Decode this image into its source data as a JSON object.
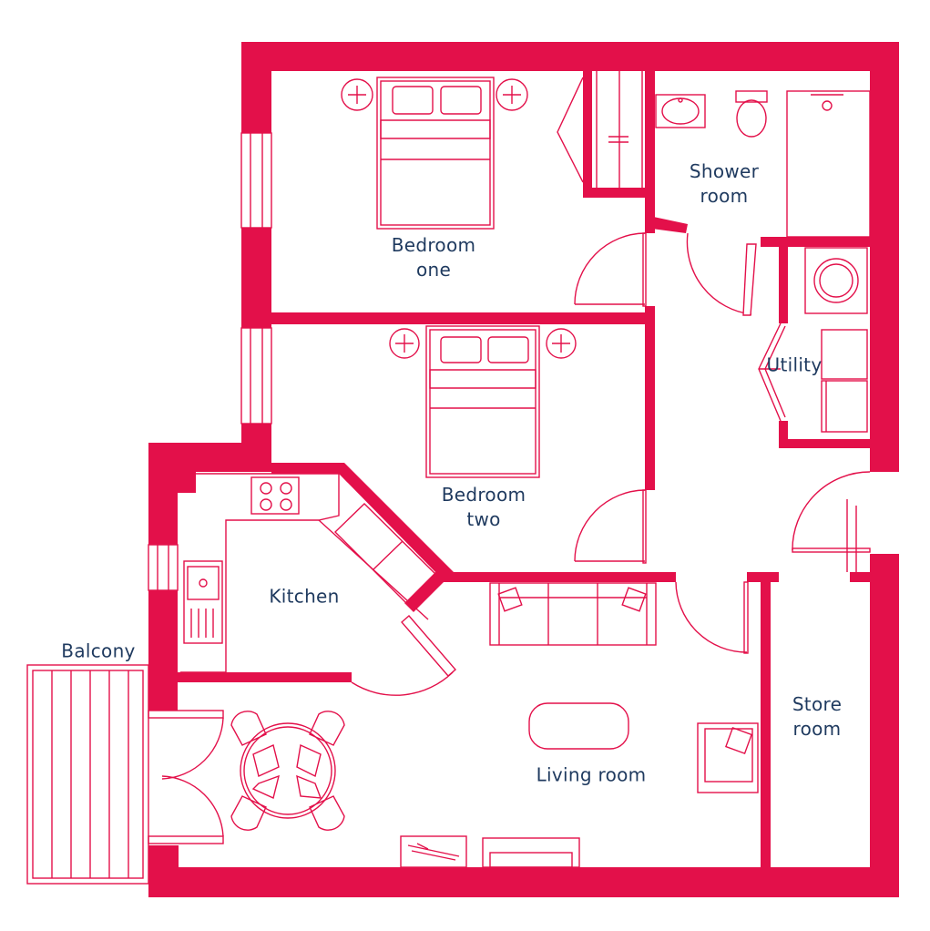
{
  "colors": {
    "wall": "#e3104a",
    "label": "#1f3a5f",
    "background": "#ffffff"
  },
  "rooms": {
    "bedroom_one": {
      "line1": "Bedroom",
      "line2": "one"
    },
    "shower_room": {
      "line1": "Shower",
      "line2": "room"
    },
    "utility": {
      "line1": "Utility"
    },
    "bedroom_two": {
      "line1": "Bedroom",
      "line2": "two"
    },
    "kitchen": {
      "line1": "Kitchen"
    },
    "balcony": {
      "line1": "Balcony"
    },
    "store_room": {
      "line1": "Store",
      "line2": "room"
    },
    "living_room": {
      "line1": "Living room"
    }
  }
}
